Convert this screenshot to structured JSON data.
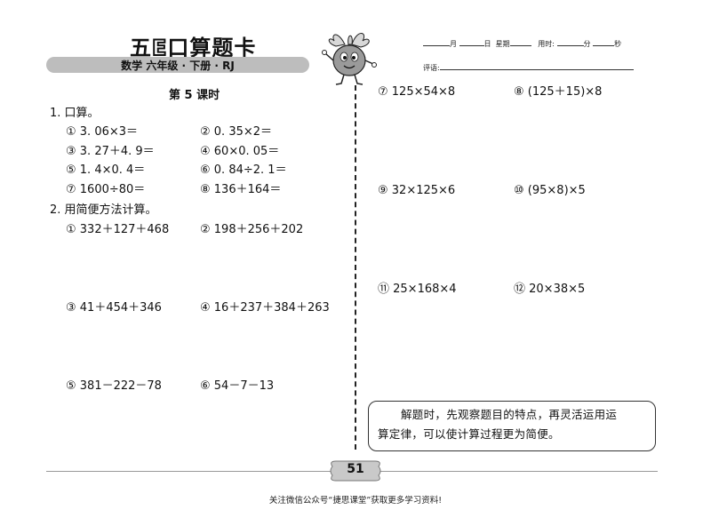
{
  "header": {
    "brand_prefix": "五",
    "brand_e": "E",
    "brand_suffix": "口算题卡",
    "subtitle": "数学 六年级 · 下册 · RJ",
    "date_month": "月",
    "date_day": "日",
    "weekday": "星期",
    "time_used": "用时:",
    "minutes": "分",
    "seconds": "秒",
    "comment": "评语:"
  },
  "lesson": {
    "title": "第 5 课时"
  },
  "section1": {
    "heading": "1. 口算。",
    "items": [
      "① 3. 06×3＝",
      "② 0. 35×2＝",
      "③ 3. 27＋4. 9＝",
      "④ 60×0. 05＝",
      "⑤ 1. 4×0. 4＝",
      "⑥ 0. 84÷2. 1＝",
      "⑦ 1600÷80＝",
      "⑧ 136＋164＝"
    ]
  },
  "section2": {
    "heading": "2. 用简便方法计算。",
    "items": [
      "① 332＋127＋468",
      "② 198＋256＋202",
      "③ 41＋454＋346",
      "④ 16＋237＋384＋263",
      "⑤ 381－222－78",
      "⑥ 54－7－13"
    ]
  },
  "right": {
    "items": [
      "⑦ 125×54×8",
      "⑧ (125＋15)×8",
      "⑨ 32×125×6",
      "⑩ (95×8)×5",
      "⑪ 25×168×4",
      "⑫ 20×38×5"
    ]
  },
  "tip": {
    "line1": "解题时，先观察题目的特点，再灵活运用运",
    "line2": "算定律，可以使计算过程更为简便。"
  },
  "page_number": "51",
  "footer": "关注微信公众号“捷思课堂”获取更多学习资料!"
}
